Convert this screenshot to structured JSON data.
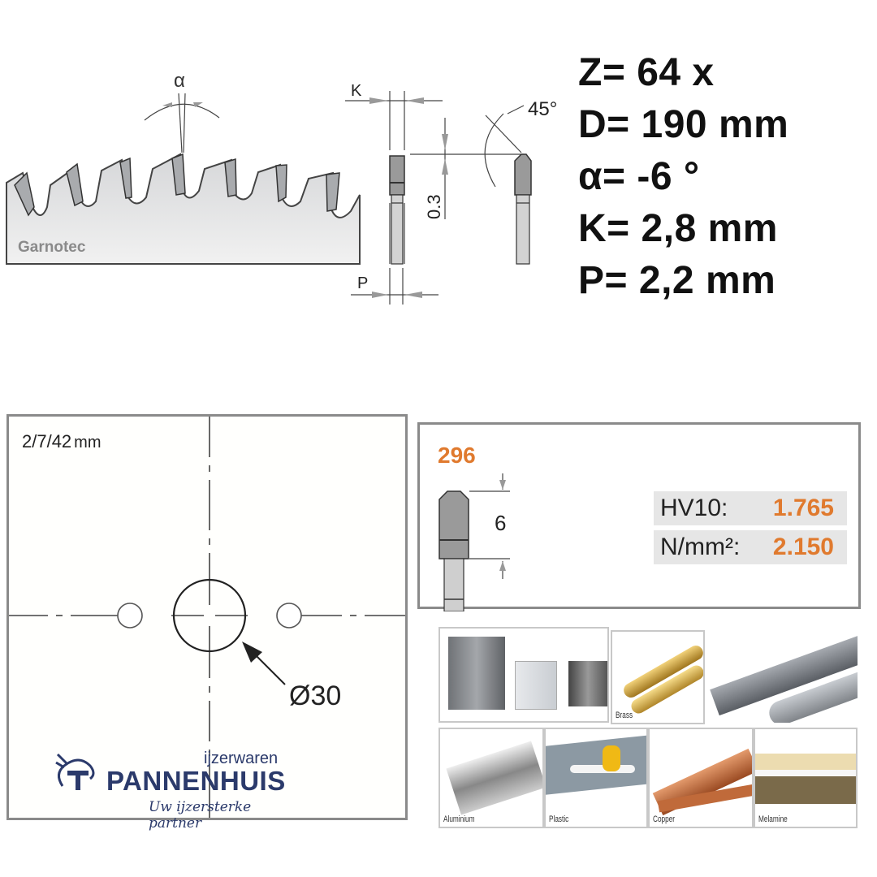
{
  "tooth_diagram": {
    "brand_watermark": "Garnotec",
    "alpha_symbol": "α",
    "k_label": "K",
    "p_label": "P",
    "dim_0_3": "0.3",
    "angle_45": "45°"
  },
  "specs": {
    "z": "Z= 64 x",
    "d": "D= 190 mm",
    "alpha": "α= -6 °",
    "k": "K= 2,8 mm",
    "p": "P= 2,2 mm"
  },
  "bore_diagram": {
    "pinholes": "2/7/42",
    "pinholes_unit": "mm",
    "bore": "Ø30"
  },
  "logo": {
    "top": "ijzerwaren",
    "name": "PANNENHUIS",
    "tagline": "Uw ijzersterke partner",
    "color": "#2b3a6b"
  },
  "carbide": {
    "grade": "296",
    "height": "6",
    "rows": [
      {
        "label": "HV10:",
        "value": "1.765"
      },
      {
        "label": "N/mm²:",
        "value": "2.150"
      }
    ],
    "accent_color": "#e07a2e"
  },
  "materials": {
    "tiles": [
      {
        "name": "profiles",
        "label": ""
      },
      {
        "name": "brass",
        "label": "Brass"
      },
      {
        "name": "steel-profile",
        "label": ""
      },
      {
        "name": "aluminium",
        "label": "Aluminium"
      },
      {
        "name": "plastic",
        "label": "Plastic"
      },
      {
        "name": "copper",
        "label": "Copper"
      },
      {
        "name": "melamine",
        "label": "Melamine"
      }
    ]
  }
}
